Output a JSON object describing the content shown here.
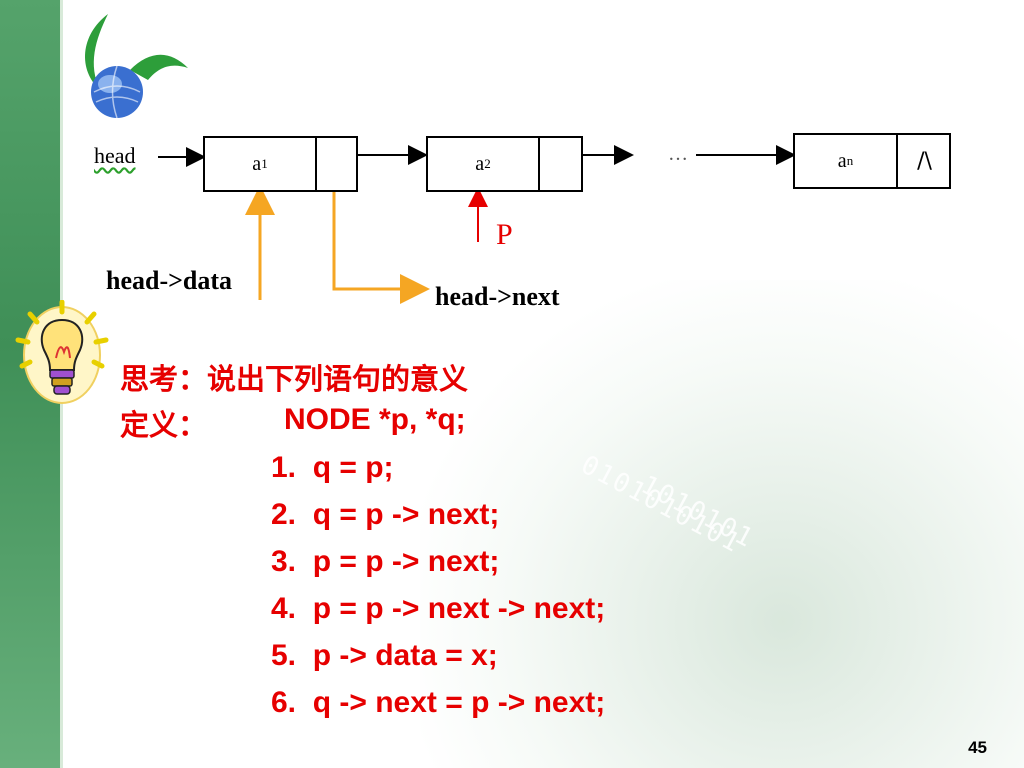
{
  "diagram": {
    "head_label": "head",
    "nodes": [
      {
        "label": "a",
        "sub": "1",
        "next": ""
      },
      {
        "label": "a",
        "sub": "2",
        "next": ""
      },
      {
        "label": "a",
        "sub": "n",
        "next": "/\\"
      }
    ],
    "ellipsis": "…",
    "pointer_label": "P",
    "label_data": "head->data",
    "label_next": "head->next"
  },
  "content": {
    "think_line": "思考：说出下列语句的意义",
    "def_prefix": "定义：",
    "def_code": "NODE *p, *q;",
    "statements": [
      "1.  q = p;",
      "2.  q = p -> next;",
      "3.  p = p -> next;",
      "4.  p = p -> next -> next;",
      "5.  p -> data = x;",
      "6.  q -> next = p -> next;"
    ]
  },
  "background_binary": [
    "0101010101",
    "1010101"
  ],
  "page_number": "45",
  "colors": {
    "accent_red": "#e60000",
    "sidebar_green": "#4a9a60",
    "arrow_orange": "#f5a623",
    "pointer_red": "#e60000"
  }
}
